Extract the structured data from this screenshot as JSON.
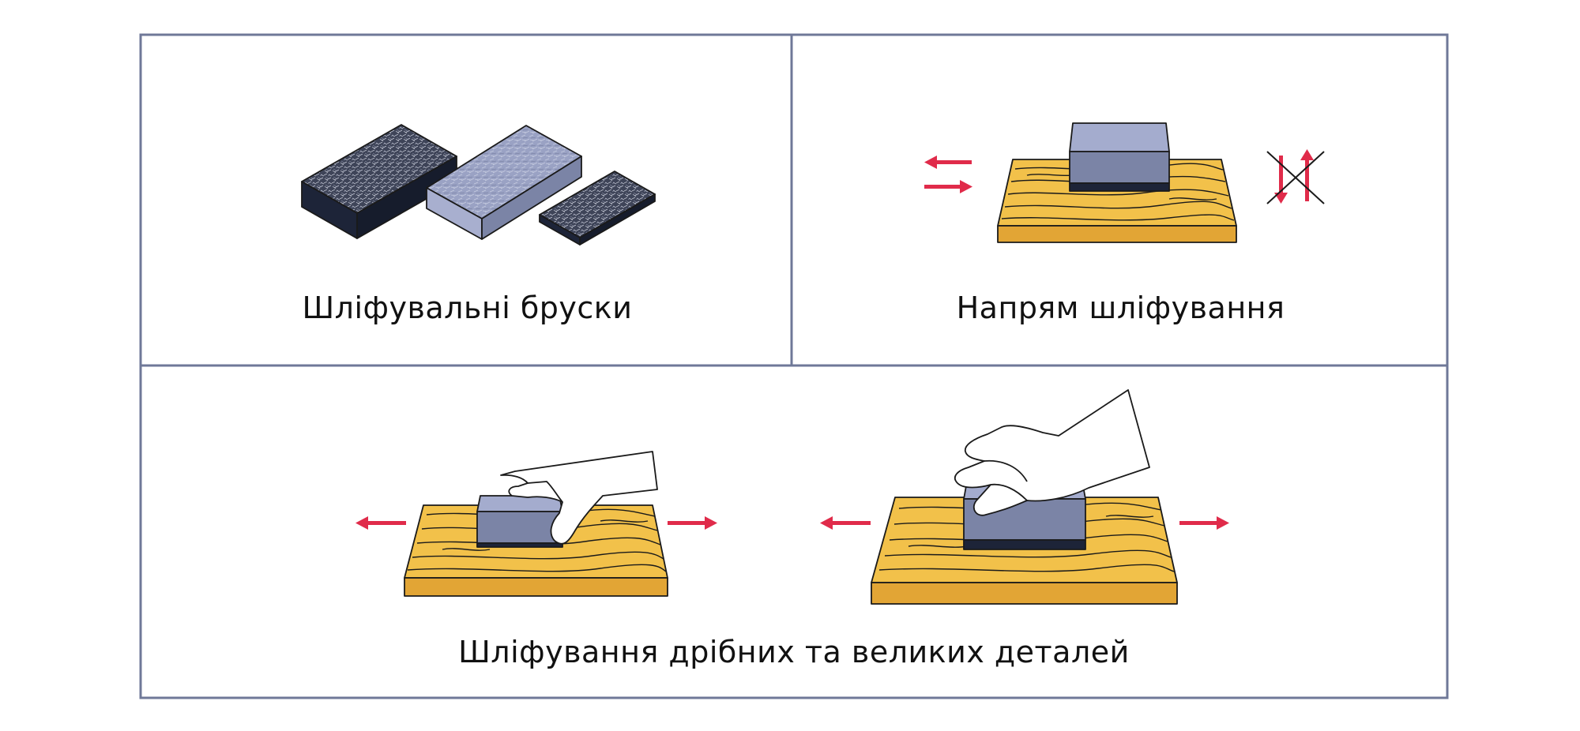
{
  "panels": {
    "top_left": {
      "caption": "Шліфувальні бруски"
    },
    "top_right": {
      "caption": "Напрям шліфування"
    },
    "bottom": {
      "caption": "Шліфування дрібних та великих деталей"
    }
  },
  "colors": {
    "frame": "#6f7898",
    "arrow": "#e02b4a",
    "wood_top": "#f2c14a",
    "wood_side": "#e2a535",
    "block_dark": "#1d2438",
    "block_light_top": "#a4acce",
    "block_light_side": "#7b84a6",
    "outline": "#1a1a1a"
  },
  "icons": [
    "sanding-block-icon",
    "wood-board-icon",
    "hand-icon",
    "arrow-left-icon",
    "arrow-right-icon",
    "crossed-vertical-arrows-icon"
  ]
}
